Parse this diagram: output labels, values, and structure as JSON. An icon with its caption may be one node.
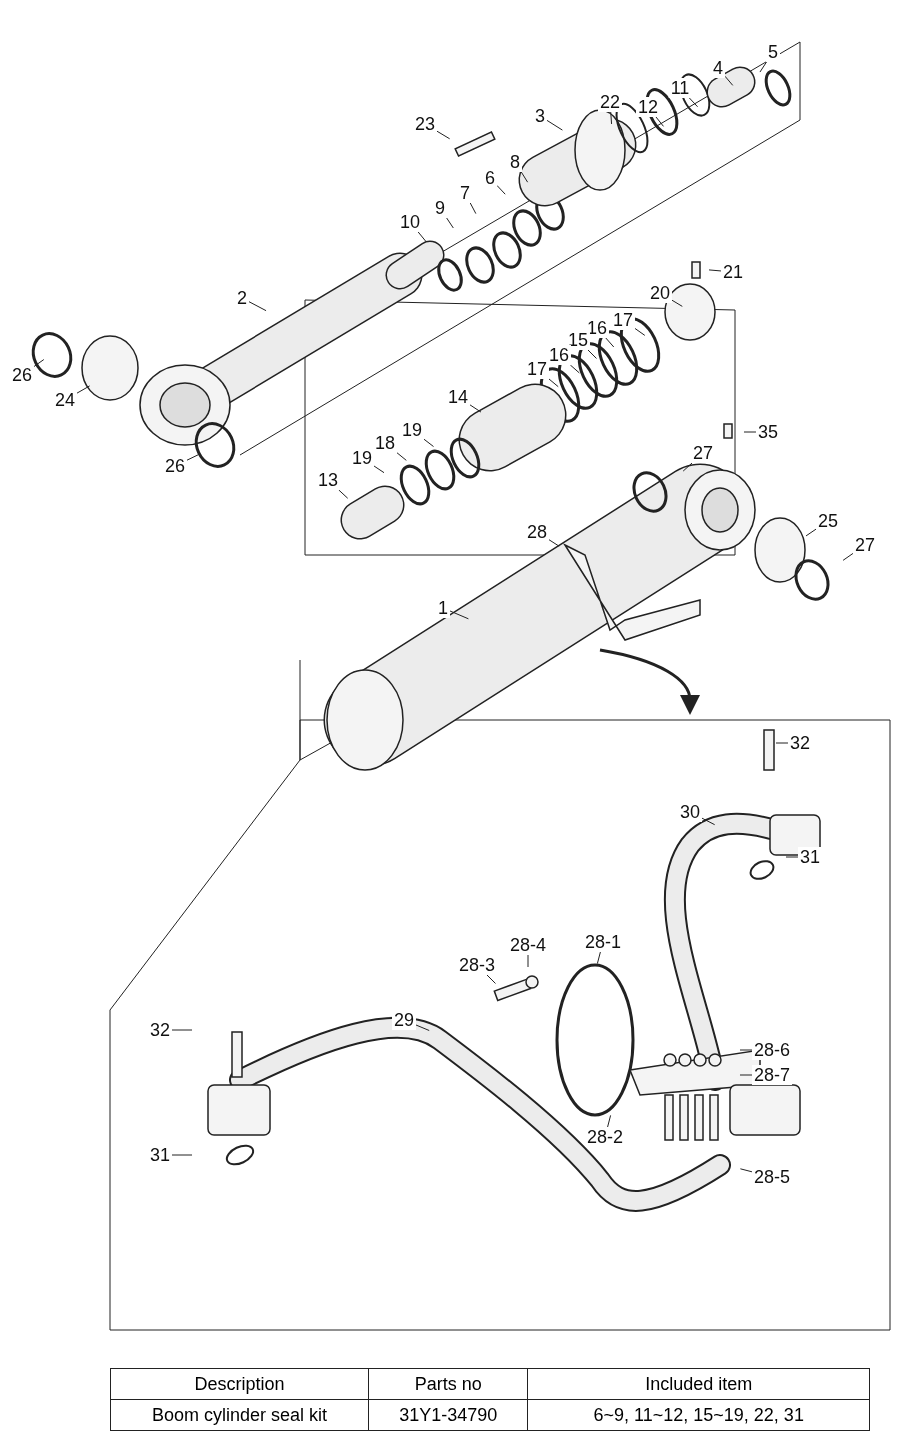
{
  "diagram": {
    "nodes": [
      {
        "text": [
          "5"
        ]
      },
      {
        "text": [
          "4"
        ]
      },
      {
        "text": [
          "11"
        ]
      },
      {
        "text": [
          "12"
        ]
      },
      {
        "text": [
          "22"
        ]
      },
      {
        "text": [
          "3"
        ]
      },
      {
        "text": [
          "23"
        ]
      },
      {
        "text": [
          "8"
        ]
      },
      {
        "text": [
          "6"
        ]
      },
      {
        "text": [
          "7"
        ]
      },
      {
        "text": [
          "9"
        ]
      },
      {
        "text": [
          "10"
        ]
      },
      {
        "text": [
          "2"
        ]
      },
      {
        "text": [
          "26"
        ]
      },
      {
        "text": [
          "24"
        ]
      },
      {
        "text": [
          "26"
        ]
      },
      {
        "text": [
          "21"
        ]
      },
      {
        "text": [
          "20"
        ]
      },
      {
        "text": [
          "17"
        ]
      },
      {
        "text": [
          "16"
        ]
      },
      {
        "text": [
          "15"
        ]
      },
      {
        "text": [
          "16"
        ]
      },
      {
        "text": [
          "17"
        ]
      },
      {
        "text": [
          "14"
        ]
      },
      {
        "text": [
          "19"
        ]
      },
      {
        "text": [
          "18"
        ]
      },
      {
        "text": [
          "19"
        ]
      },
      {
        "text": [
          "13"
        ]
      },
      {
        "text": [
          "35"
        ]
      },
      {
        "text": [
          "27"
        ]
      },
      {
        "text": [
          "25"
        ]
      },
      {
        "text": [
          "27"
        ]
      },
      {
        "text": [
          "28"
        ]
      },
      {
        "text": [
          "1"
        ]
      },
      {
        "text": [
          "32"
        ]
      },
      {
        "text": [
          "30"
        ]
      },
      {
        "text": [
          "31"
        ]
      },
      {
        "text": [
          "28-4"
        ]
      },
      {
        "text": [
          "28-1"
        ]
      },
      {
        "text": [
          "28-3"
        ]
      },
      {
        "text": [
          "29"
        ]
      },
      {
        "text": [
          "32"
        ]
      },
      {
        "text": [
          "28-6"
        ]
      },
      {
        "text": [
          "28-7"
        ]
      },
      {
        "text": [
          "28-2"
        ]
      },
      {
        "text": [
          "31"
        ]
      },
      {
        "text": [
          "28-5"
        ]
      }
    ],
    "edges": [
      {
        "from": 0,
        "to": null,
        "arrow": "none"
      },
      {
        "from": 1,
        "to": null,
        "arrow": "none"
      },
      {
        "from": 2,
        "to": null,
        "arrow": "none"
      },
      {
        "from": 3,
        "to": null,
        "arrow": "none"
      },
      {
        "from": 4,
        "to": null,
        "arrow": "none"
      },
      {
        "from": 5,
        "to": null,
        "arrow": "none"
      },
      {
        "from": 6,
        "to": null,
        "arrow": "none"
      },
      {
        "from": 7,
        "to": null,
        "arrow": "none"
      },
      {
        "from": 8,
        "to": null,
        "arrow": "none"
      },
      {
        "from": 9,
        "to": null,
        "arrow": "none"
      },
      {
        "from": 10,
        "to": null,
        "arrow": "none"
      },
      {
        "from": 11,
        "to": null,
        "arrow": "none"
      },
      {
        "from": 12,
        "to": null,
        "arrow": "none"
      },
      {
        "from": 13,
        "to": null,
        "arrow": "none"
      },
      {
        "from": 14,
        "to": null,
        "arrow": "none"
      },
      {
        "from": 15,
        "to": null,
        "arrow": "none"
      },
      {
        "from": 16,
        "to": null,
        "arrow": "none"
      },
      {
        "from": 17,
        "to": null,
        "arrow": "none"
      },
      {
        "from": 18,
        "to": null,
        "arrow": "none"
      },
      {
        "from": 19,
        "to": null,
        "arrow": "none"
      },
      {
        "from": 20,
        "to": null,
        "arrow": "none"
      },
      {
        "from": 21,
        "to": null,
        "arrow": "none"
      },
      {
        "from": 22,
        "to": null,
        "arrow": "none"
      },
      {
        "from": 23,
        "to": null,
        "arrow": "none"
      },
      {
        "from": 24,
        "to": null,
        "arrow": "none"
      },
      {
        "from": 25,
        "to": null,
        "arrow": "none"
      },
      {
        "from": 26,
        "to": null,
        "arrow": "none"
      },
      {
        "from": 27,
        "to": null,
        "arrow": "none"
      },
      {
        "from": 28,
        "to": null,
        "arrow": "none"
      },
      {
        "from": 29,
        "to": null,
        "arrow": "none"
      },
      {
        "from": 30,
        "to": null,
        "arrow": "none"
      },
      {
        "from": 31,
        "to": null,
        "arrow": "none"
      },
      {
        "from": 32,
        "to": null,
        "arrow": "none"
      },
      {
        "from": 33,
        "to": null,
        "arrow": "none"
      },
      {
        "from": 34,
        "to": null,
        "arrow": "none"
      },
      {
        "from": 35,
        "to": null,
        "arrow": "none"
      },
      {
        "from": 36,
        "to": null,
        "arrow": "none"
      },
      {
        "from": 37,
        "to": null,
        "arrow": "none"
      },
      {
        "from": 38,
        "to": null,
        "arrow": "none"
      },
      {
        "from": 39,
        "to": null,
        "arrow": "none"
      },
      {
        "from": 40,
        "to": null,
        "arrow": "none"
      },
      {
        "from": 41,
        "to": null,
        "arrow": "none"
      },
      {
        "from": 42,
        "to": null,
        "arrow": "none"
      },
      {
        "from": 43,
        "to": null,
        "arrow": "none"
      },
      {
        "from": 44,
        "to": null,
        "arrow": "none"
      },
      {
        "from": 45,
        "to": null,
        "arrow": "none"
      },
      {
        "from": 46,
        "to": null,
        "arrow": "none"
      }
    ],
    "labels": [
      "Description",
      "Parts no",
      "Included item",
      "Boom cylinder seal kit",
      "31Y1-34790",
      "6~9, 11~12, 15~19, 22, 31"
    ]
  }
}
